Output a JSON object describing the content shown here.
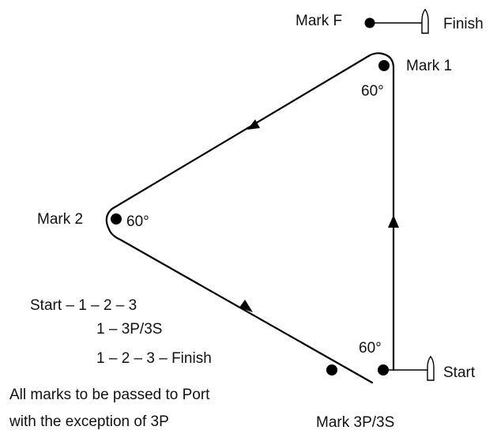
{
  "marks": {
    "mark_f": "Mark F",
    "mark_1": "Mark 1",
    "mark_2": "Mark 2",
    "mark_3": "Mark 3P/3S"
  },
  "angles": {
    "mark_1": "60°",
    "mark_2": "60°",
    "mark_3": "60°"
  },
  "lines": {
    "start": "Start",
    "finish": "Finish"
  },
  "course": {
    "line_1": "Start – 1 – 2 – 3",
    "line_2": "1 – 3P/3S",
    "line_3": "1 – 2 – 3 – Finish"
  },
  "note": {
    "line_1": "All marks to be passed to Port",
    "line_2": "with the exception of 3P"
  }
}
